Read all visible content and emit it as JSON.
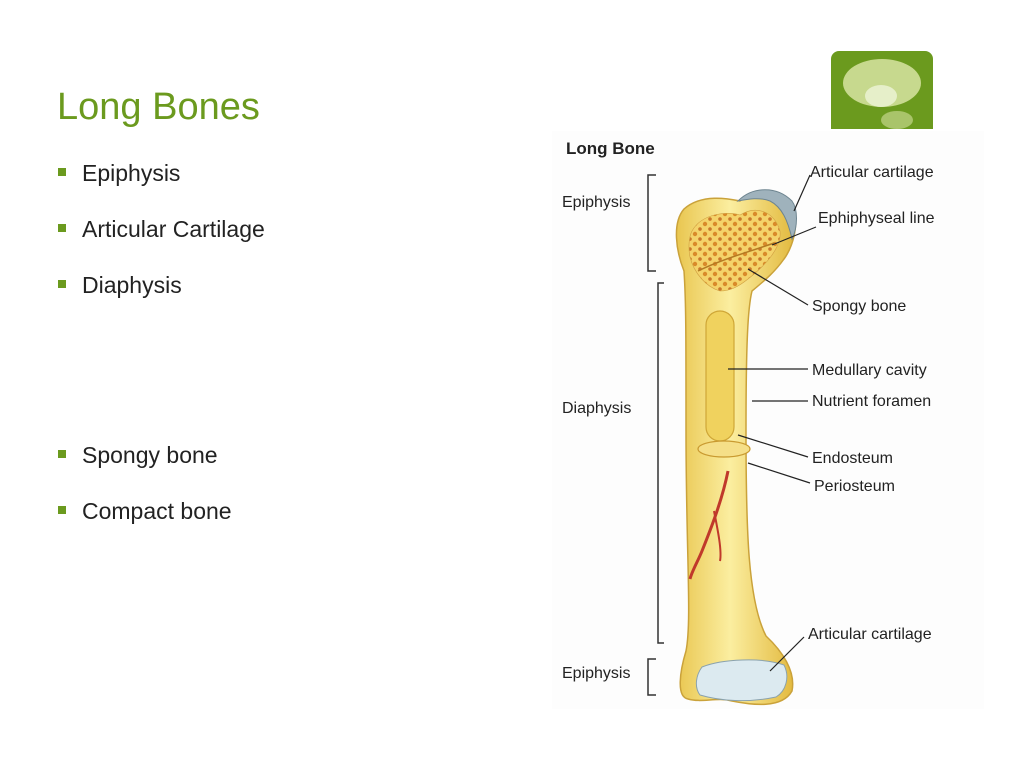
{
  "slide": {
    "title": "Long Bones",
    "bullets": [
      {
        "text": "Epiphysis"
      },
      {
        "text": "Articular Cartilage"
      },
      {
        "text": "Diaphysis"
      },
      {
        "text": "Spongy bone"
      },
      {
        "text": "Compact bone"
      }
    ]
  },
  "figure": {
    "title": "Long Bone",
    "regions": {
      "epiphysis_top": "Epiphysis",
      "diaphysis": "Diaphysis",
      "epiphysis_bottom": "Epiphysis"
    },
    "callouts": {
      "articular_cartilage_top": "Articular cartilage",
      "epiphyseal_line": "Ephiphyseal line",
      "spongy_bone": "Spongy bone",
      "medullary_cavity": "Medullary cavity",
      "nutrient_foramen": "Nutrient foramen",
      "endosteum": "Endosteum",
      "periosteum": "Periosteum",
      "articular_cartilage_bottom": "Articular cartilage"
    },
    "colors": {
      "bone": "#f6e27a",
      "bone_shadow": "#e8c44a",
      "spongy": "#e8a838",
      "cartilage": "#d9e8ee",
      "vessel": "#c0392b",
      "accent": "#6b9a1e"
    }
  }
}
